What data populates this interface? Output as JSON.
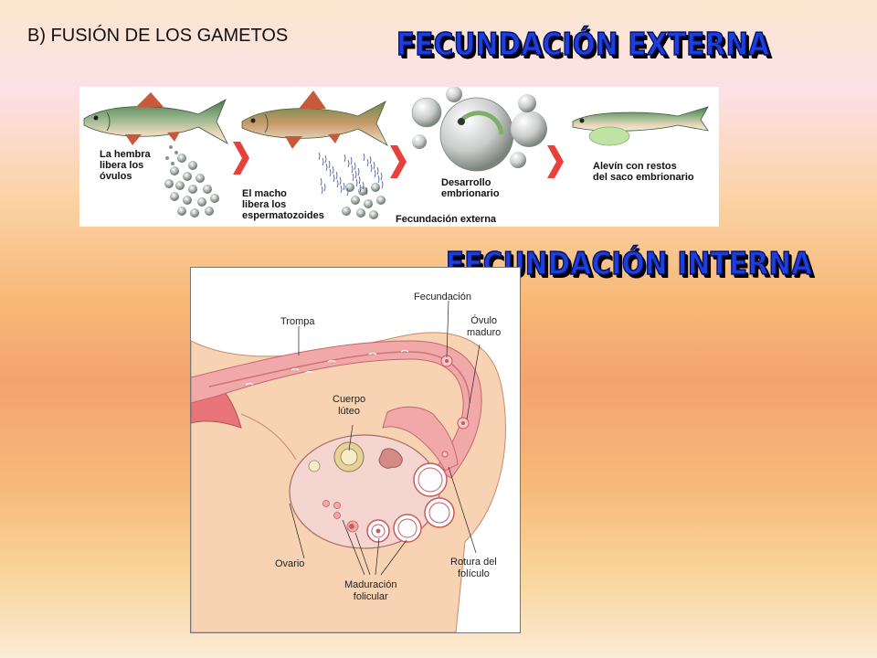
{
  "slide": {
    "subtitle": "B) FUSIÓN DE LOS GAMETOS",
    "title_external": "FECUNDACIÓN EXTERNA",
    "title_internal": "FECUNDACIÓN INTERNA"
  },
  "external": {
    "labels": {
      "female": [
        "La hembra",
        "libera los",
        "óvulos"
      ],
      "male": [
        "El macho",
        "libera los",
        "espermatozoides"
      ],
      "embryo": [
        "Desarrollo",
        "embrionario"
      ],
      "caption": "Fecundación externa",
      "alevin": [
        "Alevín con restos",
        "del saco embrionario"
      ]
    },
    "colors": {
      "arrow": "#e8403a",
      "fish_back": "#5f8a5a",
      "fish_fin": "#c65a3a"
    }
  },
  "internal": {
    "labels": {
      "fecundacion": "Fecundación",
      "trompa": "Trompa",
      "ovulo": [
        "Óvulo",
        "maduro"
      ],
      "cuerpo": [
        "Cuerpo",
        "lúteo"
      ],
      "ovario": "Ovario",
      "maduracion": [
        "Maduración",
        "folicular"
      ],
      "rotura": [
        "Rotura del",
        "folículo"
      ]
    },
    "colors": {
      "tube": "#f0a9a8",
      "tissue": "#f7d3b3",
      "ovary": "#f4d5cf"
    }
  }
}
